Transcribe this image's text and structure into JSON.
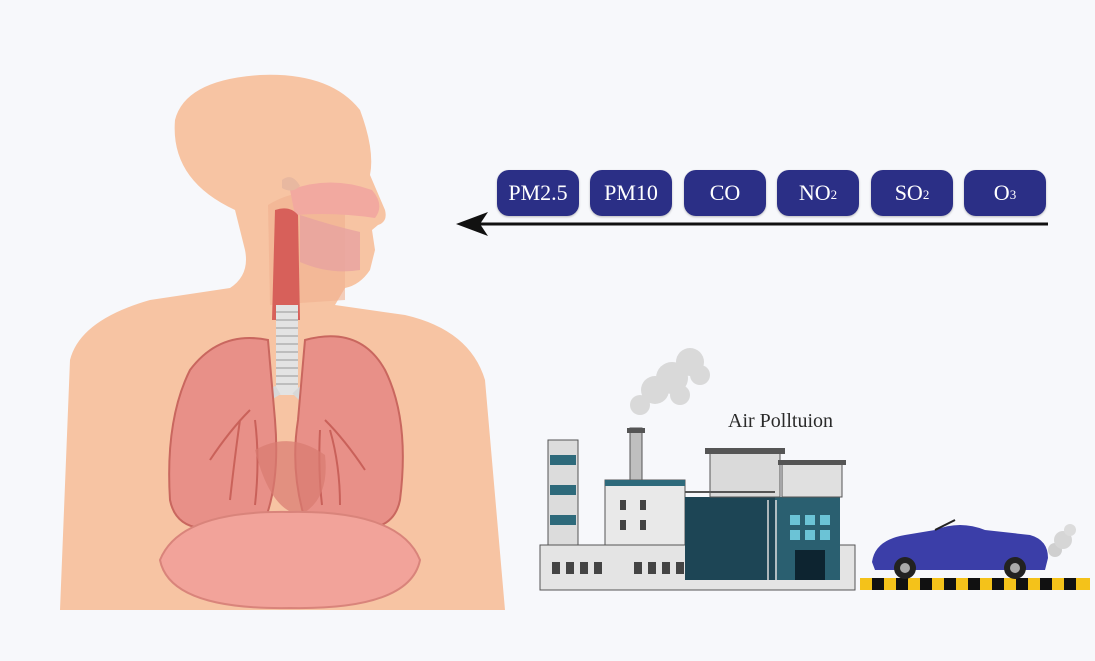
{
  "pollutants": [
    {
      "main": "PM2.5",
      "sub": ""
    },
    {
      "main": "PM10",
      "sub": ""
    },
    {
      "main": "CO",
      "sub": ""
    },
    {
      "main": "NO",
      "sub": "2"
    },
    {
      "main": "SO",
      "sub": "2"
    },
    {
      "main": "O",
      "sub": "3"
    }
  ],
  "caption": "Air Polltuion",
  "colors": {
    "pill": "#2b2f86",
    "skin": "#f7c4a3",
    "lung": "#e89088",
    "car": "#3b3ea8",
    "road_yellow": "#f4c21a"
  },
  "icons": [
    "human-body-icon",
    "lungs-icon",
    "arrow-left-icon",
    "factory-icon",
    "smoke-icon",
    "car-icon",
    "road-icon"
  ]
}
